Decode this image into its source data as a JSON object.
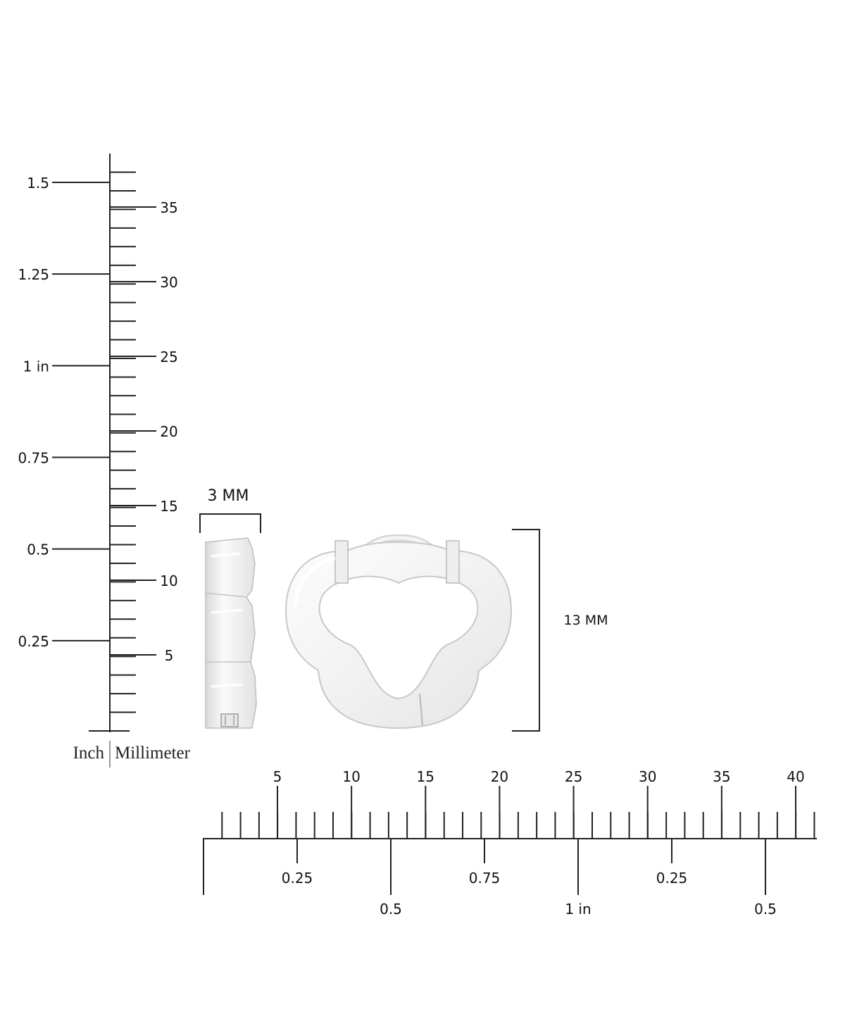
{
  "vertical_ruler": {
    "inch_labels": [
      "1.5",
      "1.25",
      "1 in",
      "0.75",
      "0.5",
      "0.25"
    ],
    "inch_values": [
      1.5,
      1.25,
      1.0,
      0.75,
      0.5,
      0.25
    ],
    "mm_labels": [
      "35",
      "30",
      "25",
      "20",
      "15",
      "10",
      "5"
    ],
    "mm_values": [
      35,
      30,
      25,
      20,
      15,
      10,
      5
    ],
    "mm_tick_count": 30,
    "legend": {
      "inch": "Inch",
      "millimeter": "Millimeter"
    }
  },
  "horizontal_ruler": {
    "mm_labels": [
      "5",
      "10",
      "15",
      "20",
      "25",
      "30",
      "35",
      "40"
    ],
    "mm_values": [
      5,
      10,
      15,
      20,
      25,
      30,
      35,
      40
    ],
    "mm_tick_count": 33,
    "inch_labels": [
      "0.25",
      "0.5",
      "0.75",
      "1 in",
      "0.25",
      "0.5"
    ],
    "inch_values": [
      0.25,
      0.5,
      0.75,
      1.0,
      1.25,
      1.5
    ]
  },
  "dimensions": {
    "width_label": "3 MM",
    "height_label": "13 MM"
  },
  "product": {
    "description_icon": "quatrefoil-hoop-earring",
    "color": "#f4f4f4",
    "shade": "#d8d8d8"
  }
}
